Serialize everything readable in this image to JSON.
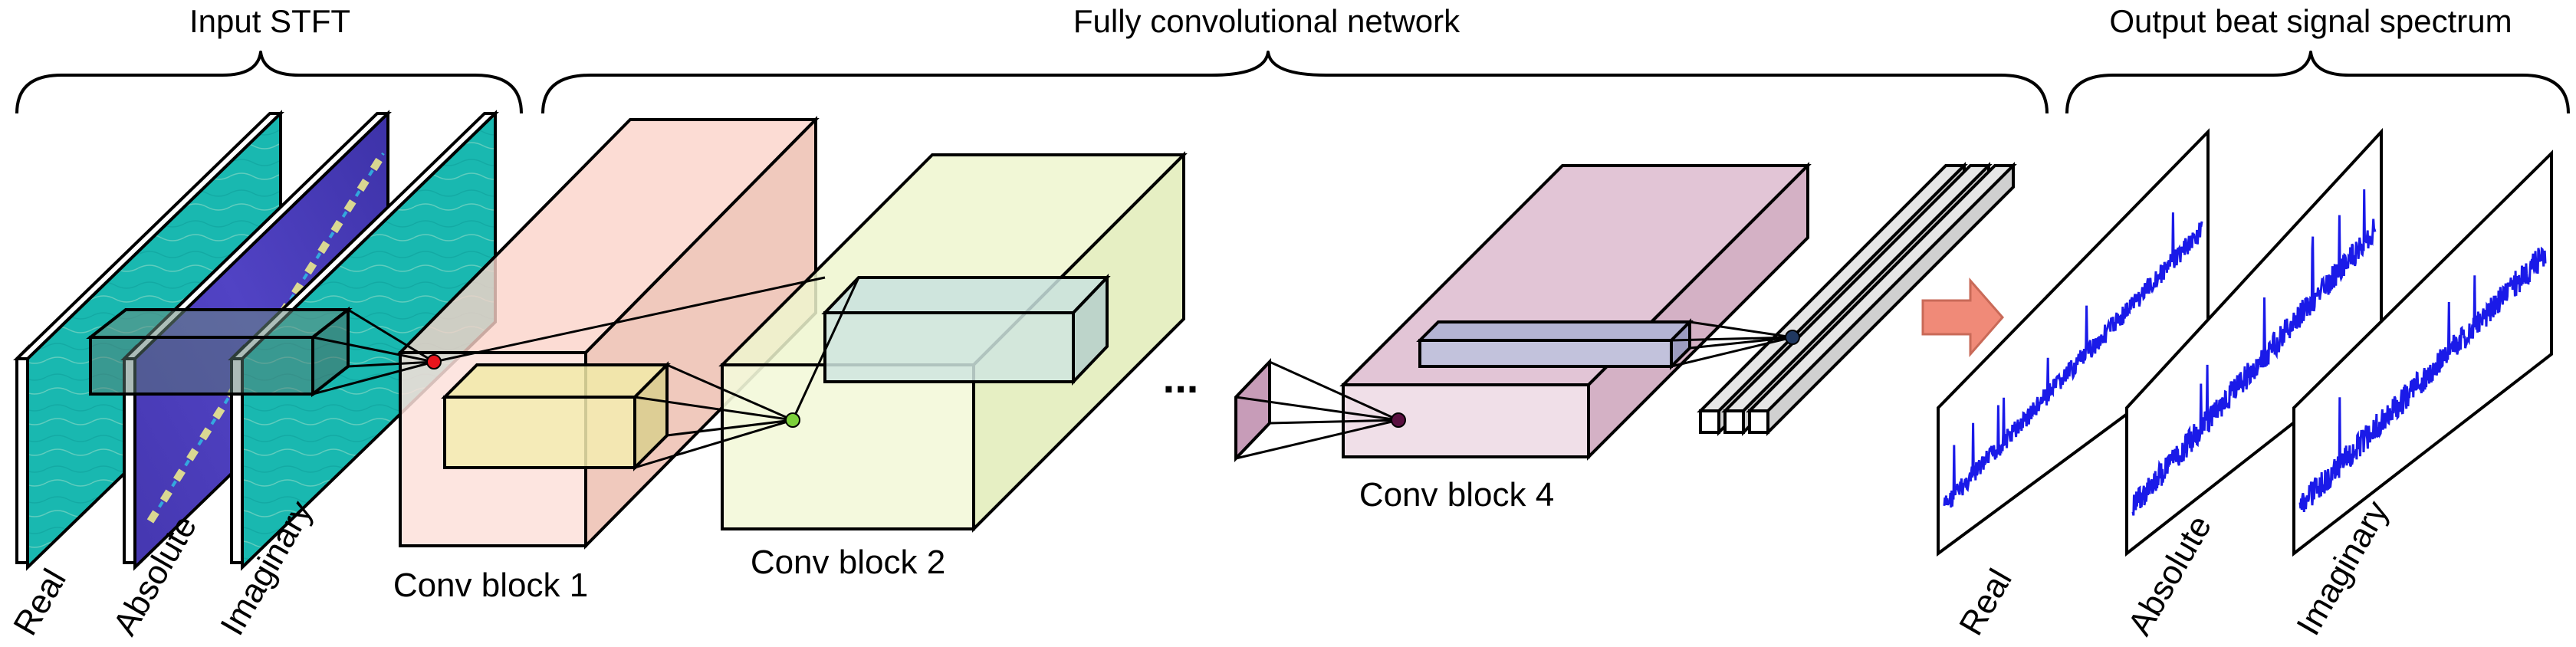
{
  "sections": {
    "input": "Input STFT",
    "network": "Fully convolutional network",
    "output": "Output beat signal spectrum"
  },
  "input_channels": [
    "Real",
    "Absolute",
    "Imaginary"
  ],
  "blocks": [
    "Conv block 1",
    "Conv block 2",
    "Conv block 4"
  ],
  "ellipsis": "...",
  "output_channels": [
    "Real",
    "Absolute",
    "Imaginary"
  ],
  "colors": {
    "stft_teal": "#19b8b0",
    "stft_purple": "#4b3fb8",
    "block1": "#fde0da",
    "block2": "#f3f8d9",
    "block4": "#e6cbd9",
    "dot_red": "#e8141c",
    "dot_green": "#7cd13a",
    "dot_purple": "#5a1040",
    "dot_navy": "#203860",
    "arrow": "#f08a78",
    "spectrum_blue": "#1a1ae8"
  },
  "icons": [
    "right-arrow-icon"
  ]
}
